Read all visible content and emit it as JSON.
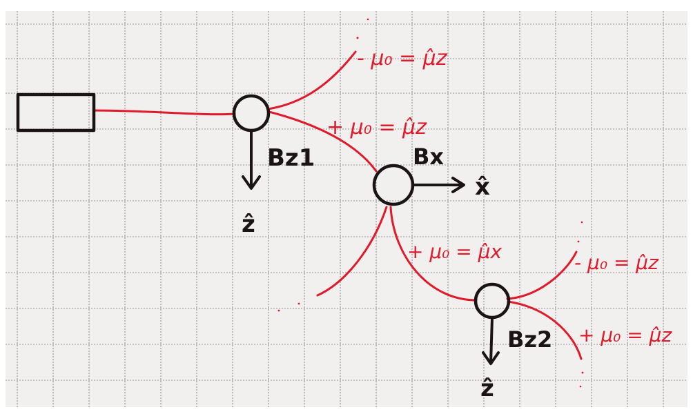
{
  "diagram": {
    "colors": {
      "ink": "#1a1414",
      "beam": "#e01a2b",
      "paper": "#f2f0ee",
      "grid": "#8f8f8f"
    },
    "magnet_labels": {
      "first": "Bz1",
      "second": "Bx",
      "third": "Bz2"
    },
    "axis_labels": {
      "first": "ẑ",
      "second": "x̂",
      "third": "ẑ"
    },
    "beam_labels": {
      "first_up": "- μ₀ = μ̂z",
      "first_down": "+ μ₀ = μ̂z",
      "second_down": "+ μ₀ = μ̂x",
      "third_up": "- μ₀ = μ̂z",
      "third_down": "+ μ₀ = μ̂z"
    }
  }
}
